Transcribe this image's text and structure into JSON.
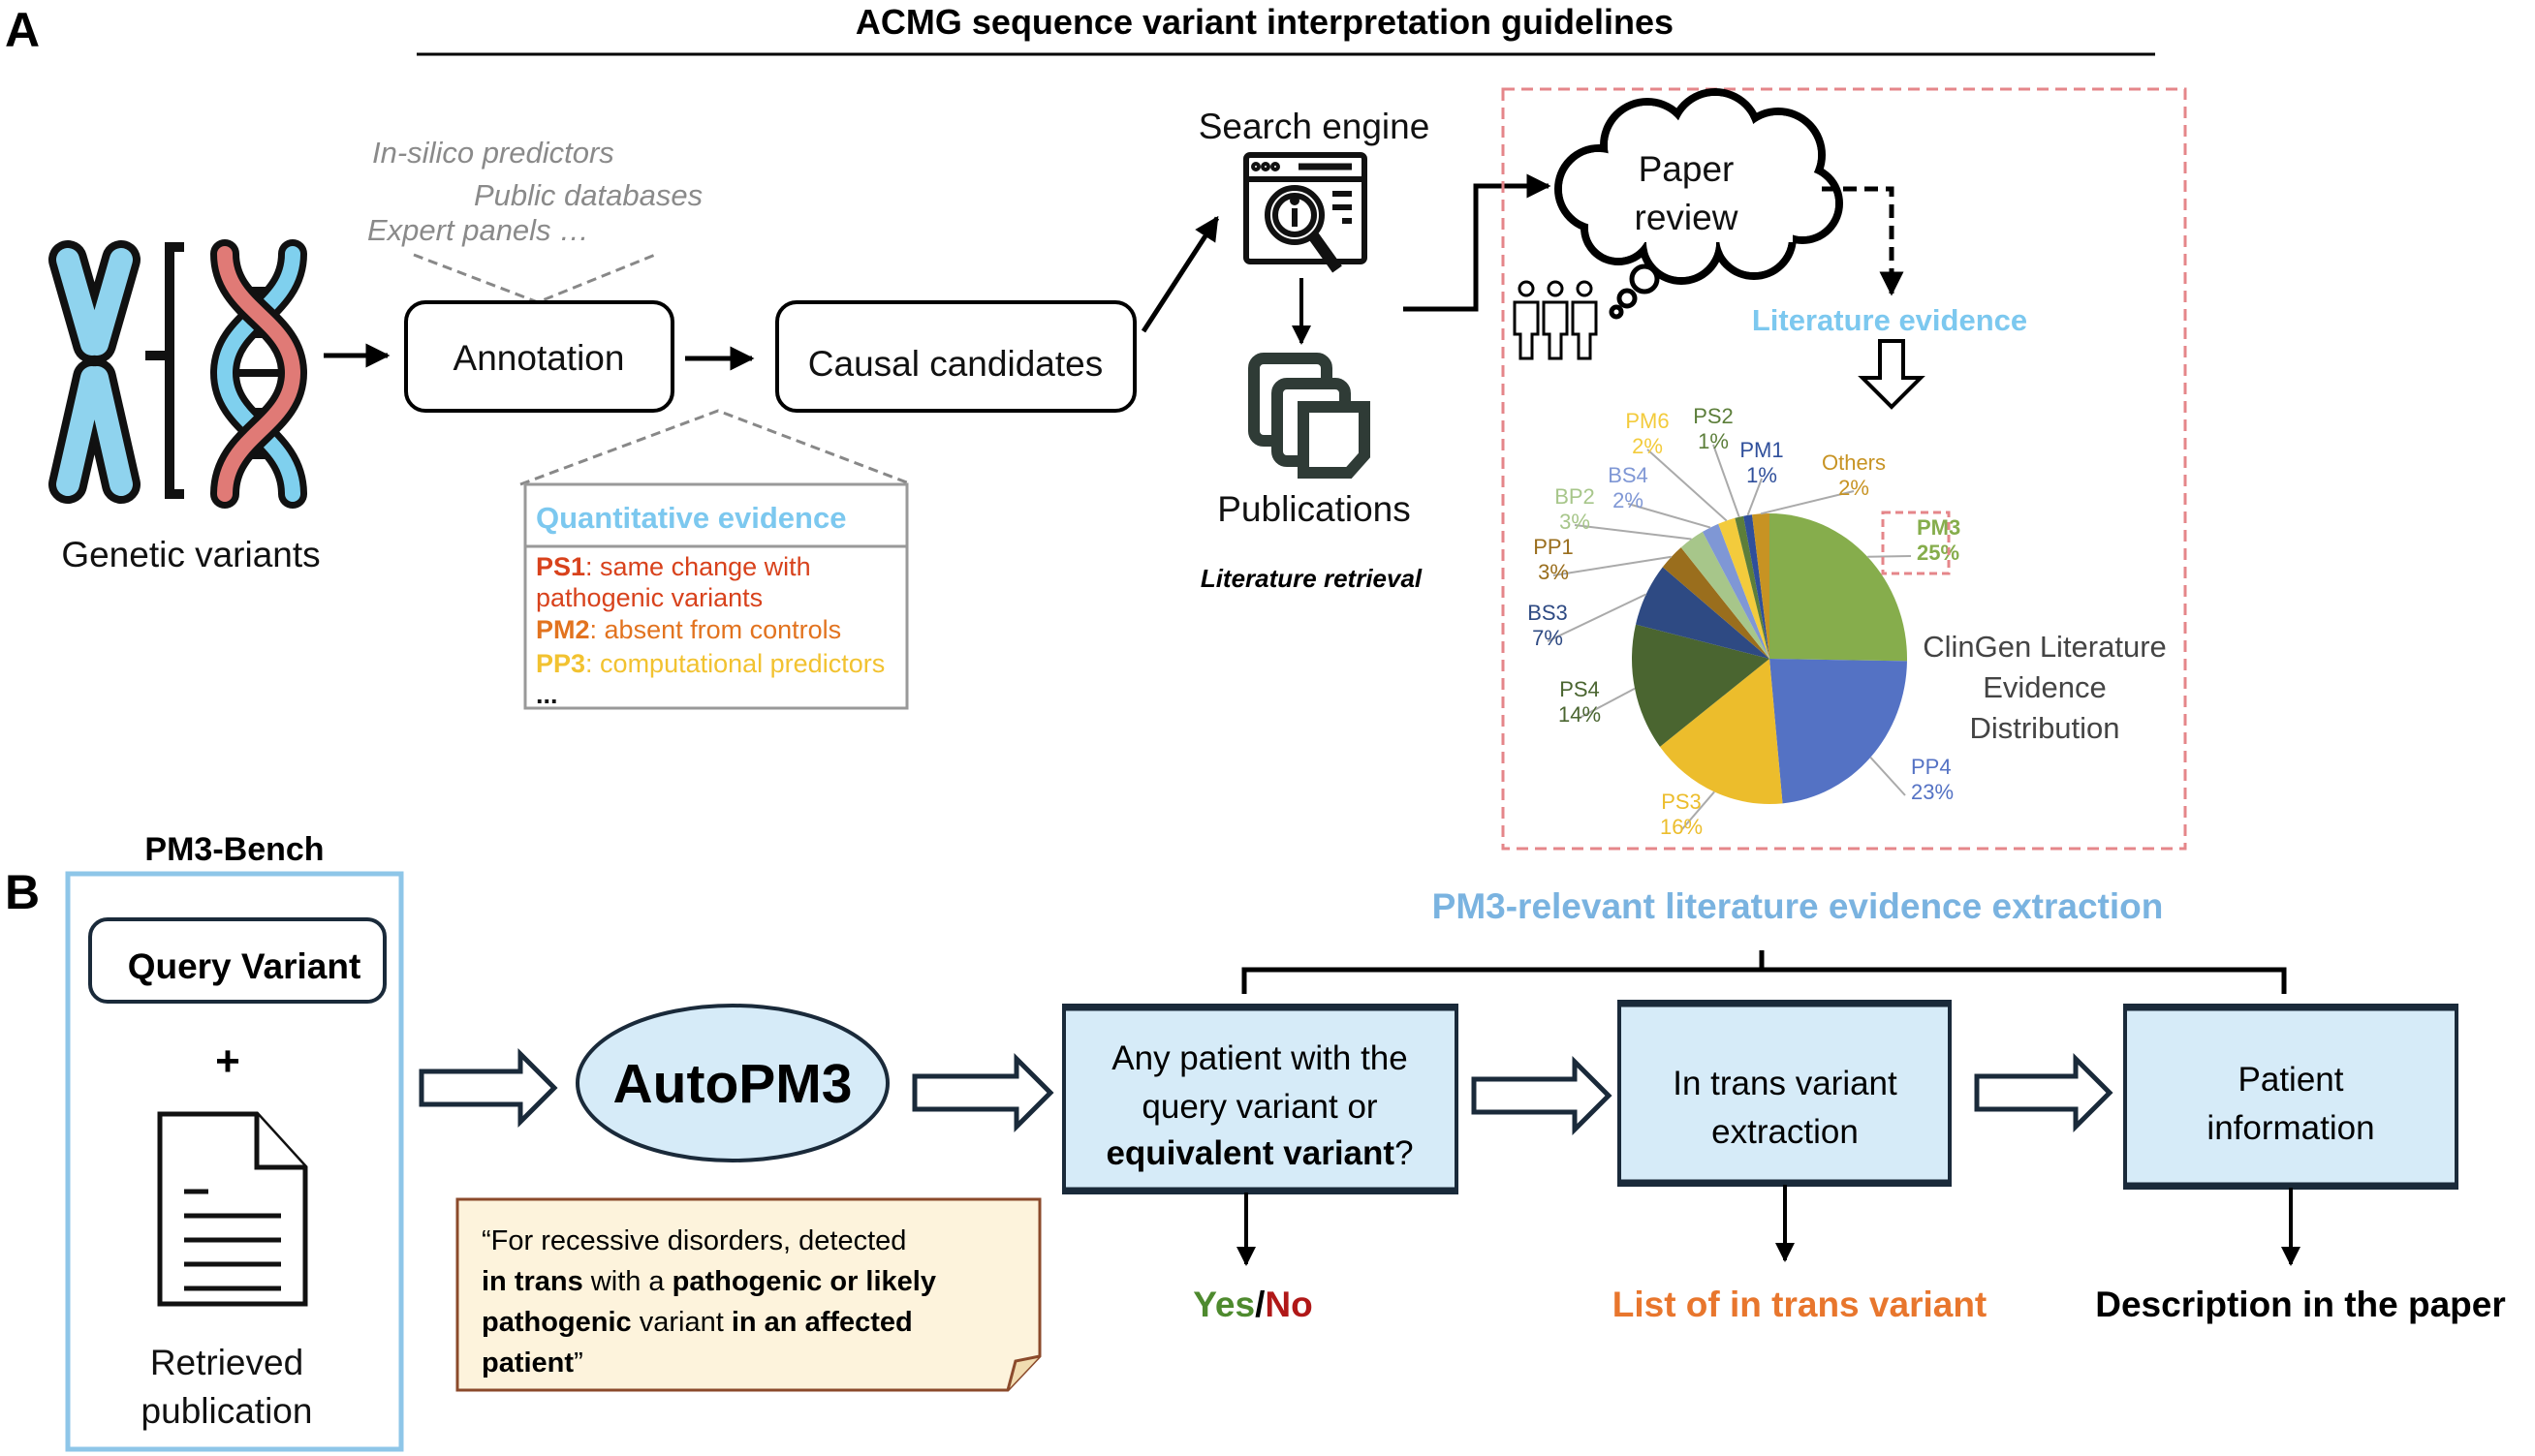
{
  "panel_a": {
    "label": "A",
    "title": "ACMG sequence variant interpretation guidelines",
    "genetic_variants": "Genetic variants",
    "annotation": "Annotation",
    "causal_candidates": "Causal candidates",
    "sources": [
      "In-silico predictors",
      "Public databases",
      "Expert panels …"
    ],
    "quantitative_evidence": {
      "title": "Quantitative evidence",
      "items": [
        {
          "code": "PS1",
          "text": ": same change with",
          "text2": "pathogenic variants",
          "color": "#d8421c"
        },
        {
          "code": "PM2",
          "text": ": absent from controls",
          "color": "#e2731f"
        },
        {
          "code": "PP3",
          "text": ": computational predictors",
          "color": "#f2c230"
        }
      ],
      "ellipsis": "..."
    },
    "search_engine": "Search engine",
    "publications": "Publications",
    "literature_retrieval": "Literature retrieval",
    "paper_review": [
      "Paper",
      "review"
    ],
    "literature_evidence": "Literature evidence"
  },
  "chart_data": {
    "type": "pie",
    "title_lines": [
      "ClinGen Literature",
      "Evidence",
      "Distribution"
    ],
    "highlighted": "PM3",
    "slices": [
      {
        "label": "PM3",
        "value": 25,
        "color": "#86ad4c"
      },
      {
        "label": "PP4",
        "value": 23,
        "color": "#5472c4"
      },
      {
        "label": "PS3",
        "value": 16,
        "color": "#ecbd2c"
      },
      {
        "label": "PS4",
        "value": 14,
        "color": "#4a6530"
      },
      {
        "label": "BS3",
        "value": 7,
        "color": "#2e4a83"
      },
      {
        "label": "PP1",
        "value": 3,
        "color": "#9a6e1d"
      },
      {
        "label": "BP2",
        "value": 3,
        "color": "#a7c68a"
      },
      {
        "label": "BS4",
        "value": 2,
        "color": "#7f97d5"
      },
      {
        "label": "PM6",
        "value": 2,
        "color": "#f3cb3c"
      },
      {
        "label": "PS2",
        "value": 1,
        "color": "#5c7e3a"
      },
      {
        "label": "PM1",
        "value": 1,
        "color": "#2f4f9b"
      },
      {
        "label": "Others",
        "value": 2,
        "color": "#c79323"
      }
    ]
  },
  "panel_b": {
    "label": "B",
    "bench_title": "PM3-Bench",
    "query_variant": "Query Variant",
    "plus": "+",
    "retrieved_publication": [
      "Retrieved",
      "publication"
    ],
    "autopm3": "AutoPM3",
    "note": {
      "line1": "“For recessive disorders, detected",
      "line2": [
        {
          "text": "in trans",
          "bold": true
        },
        {
          "text": " with a ",
          "bold": false
        },
        {
          "text": "pathogenic or likely",
          "bold": true
        }
      ],
      "line3": [
        {
          "text": "pathogenic",
          "bold": true
        },
        {
          "text": " variant ",
          "bold": false
        },
        {
          "text": "in an affected",
          "bold": true
        }
      ],
      "line4": [
        {
          "text": "patient",
          "bold": true
        },
        {
          "text": "”",
          "bold": false
        }
      ]
    },
    "extraction_title": "PM3-relevant literature evidence extraction",
    "steps": [
      {
        "lines": [
          "Any patient with the",
          "query variant or"
        ],
        "bold_line": "equivalent variant",
        "suffix": "?"
      },
      {
        "lines": [
          "In trans variant",
          "extraction"
        ]
      },
      {
        "lines": [
          "Patient",
          "information"
        ]
      }
    ],
    "outputs": {
      "yes": "Yes",
      "slash": "/",
      "no": "No",
      "in_trans_list": "List of in trans variant",
      "description": "Description in the paper"
    },
    "colors": {
      "yes": "#4e8a2e",
      "no": "#b01818",
      "list": "#e8762d",
      "title": "#7ab3e0",
      "box_fill": "#d6ebf8"
    }
  }
}
